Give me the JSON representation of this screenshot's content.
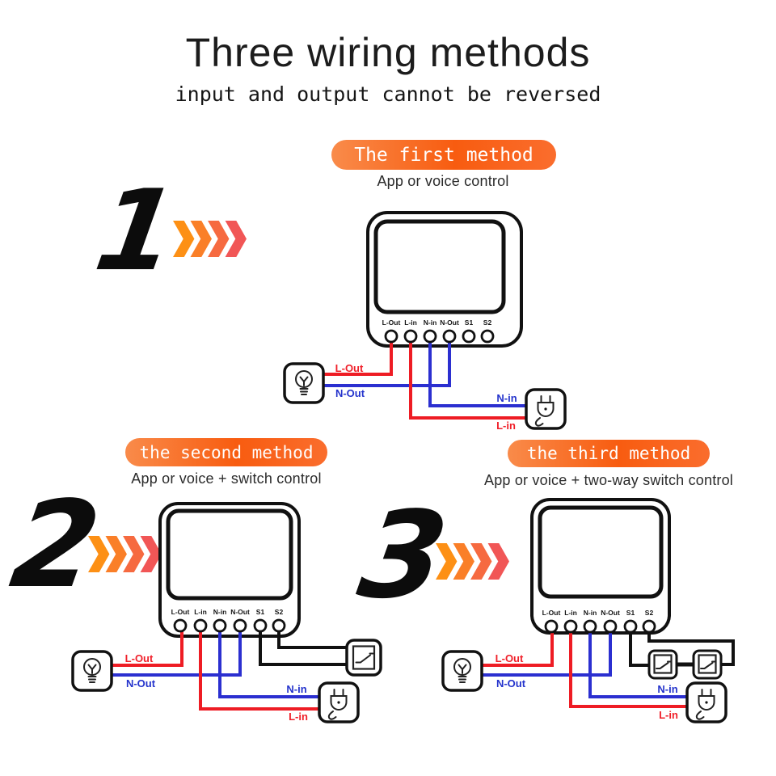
{
  "header": {
    "title": "Three wiring methods",
    "subtitle": "input and output cannot be reversed"
  },
  "methods": [
    {
      "number": "1",
      "badge": "The first method",
      "caption": "App or voice control"
    },
    {
      "number": "2",
      "badge": "the second method",
      "caption": "App or voice + switch control"
    },
    {
      "number": "3",
      "badge": "the third method",
      "caption": "App or voice + two-way switch control"
    }
  ],
  "device": {
    "terminals": [
      "L-Out",
      "L-in",
      "N-in",
      "N-Out",
      "S1",
      "S2"
    ]
  },
  "wire_labels": {
    "l_out": "L-Out",
    "n_out": "N-Out",
    "n_in": "N-in",
    "l_in": "L-in"
  },
  "colors": {
    "wire_live": "#ee1c24",
    "wire_neutral": "#2b2fd0",
    "wire_switch": "#111111",
    "label_live": "#f0202a",
    "label_neutral": "#2433cc",
    "badge_start": "#f98b4a",
    "badge_end": "#f85c10",
    "chevrons": [
      "#fd9015",
      "#fa7f28",
      "#f66a40",
      "#f15656"
    ]
  }
}
